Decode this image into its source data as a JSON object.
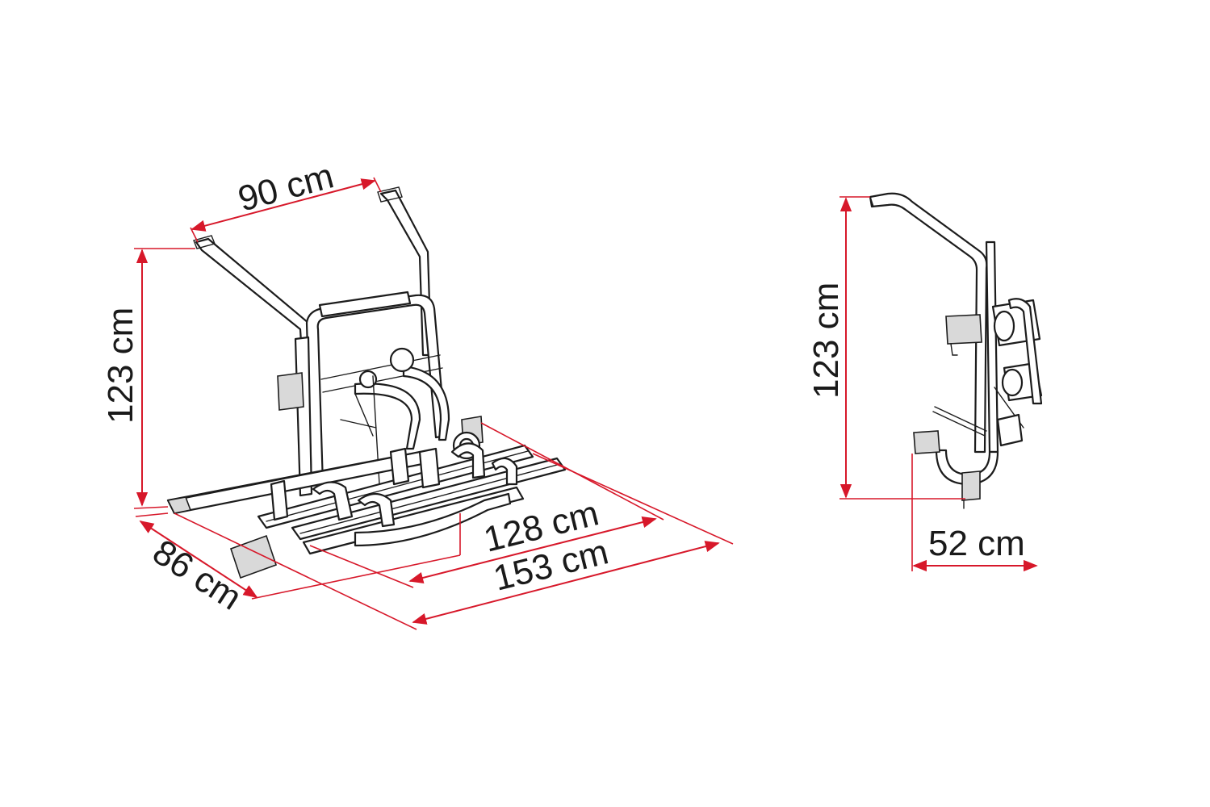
{
  "colors": {
    "accent": "#d7182a",
    "outline": "#1c1c1c",
    "background": "#ffffff"
  },
  "dimensions": {
    "iso_width": "90 cm",
    "iso_height": "123 cm",
    "iso_depth": "86 cm",
    "iso_rail_length": "128 cm",
    "iso_total_length": "153 cm",
    "side_height": "123 cm",
    "side_depth": "52 cm"
  }
}
